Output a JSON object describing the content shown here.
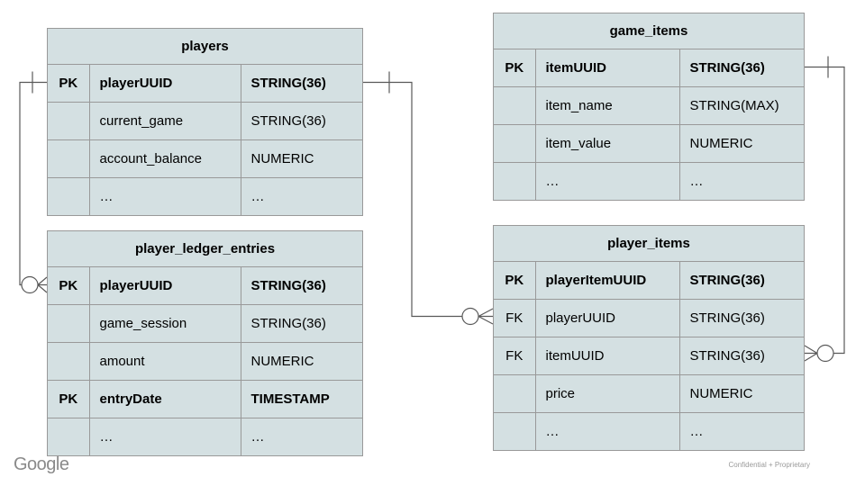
{
  "diagram": {
    "tables": [
      {
        "name": "players",
        "rows": [
          {
            "key": "PK",
            "field": "playerUUID",
            "type": "STRING(36)",
            "bold": true
          },
          {
            "key": "",
            "field": "current_game",
            "type": "STRING(36)",
            "bold": false
          },
          {
            "key": "",
            "field": "account_balance",
            "type": "NUMERIC",
            "bold": false
          },
          {
            "key": "",
            "field": "…",
            "type": "…",
            "bold": false
          }
        ]
      },
      {
        "name": "game_items",
        "rows": [
          {
            "key": "PK",
            "field": "itemUUID",
            "type": "STRING(36)",
            "bold": true
          },
          {
            "key": "",
            "field": "item_name",
            "type": "STRING(MAX)",
            "bold": false
          },
          {
            "key": "",
            "field": "item_value",
            "type": "NUMERIC",
            "bold": false
          },
          {
            "key": "",
            "field": "…",
            "type": "…",
            "bold": false
          }
        ]
      },
      {
        "name": "player_ledger_entries",
        "rows": [
          {
            "key": "PK",
            "field": "playerUUID",
            "type": "STRING(36)",
            "bold": true
          },
          {
            "key": "",
            "field": "game_session",
            "type": "STRING(36)",
            "bold": false
          },
          {
            "key": "",
            "field": "amount",
            "type": "NUMERIC",
            "bold": false
          },
          {
            "key": "PK",
            "field": "entryDate",
            "type": "TIMESTAMP",
            "bold": true
          },
          {
            "key": "",
            "field": "…",
            "type": "…",
            "bold": false
          }
        ]
      },
      {
        "name": "player_items",
        "rows": [
          {
            "key": "PK",
            "field": "playerItemUUID",
            "type": "STRING(36)",
            "bold": true
          },
          {
            "key": "FK",
            "field": "playerUUID",
            "type": "STRING(36)",
            "bold": false
          },
          {
            "key": "FK",
            "field": "itemUUID",
            "type": "STRING(36)",
            "bold": false
          },
          {
            "key": "",
            "field": "price",
            "type": "NUMERIC",
            "bold": false
          },
          {
            "key": "",
            "field": "…",
            "type": "…",
            "bold": false
          }
        ]
      }
    ],
    "relationships": [
      {
        "from": "players.playerUUID",
        "to": "player_ledger_entries.playerUUID",
        "from_cardinality": "one",
        "to_cardinality": "zero-or-many"
      },
      {
        "from": "players.playerUUID",
        "to": "player_items.playerUUID",
        "from_cardinality": "one",
        "to_cardinality": "zero-or-many"
      },
      {
        "from": "game_items.itemUUID",
        "to": "player_items.itemUUID",
        "from_cardinality": "one",
        "to_cardinality": "zero-or-many"
      }
    ]
  },
  "footer": {
    "brand": "Google",
    "note": "Confidential + Proprietary"
  },
  "colors": {
    "table_fill": "#d4e0e2",
    "table_border": "#999999",
    "connector": "#595959"
  }
}
